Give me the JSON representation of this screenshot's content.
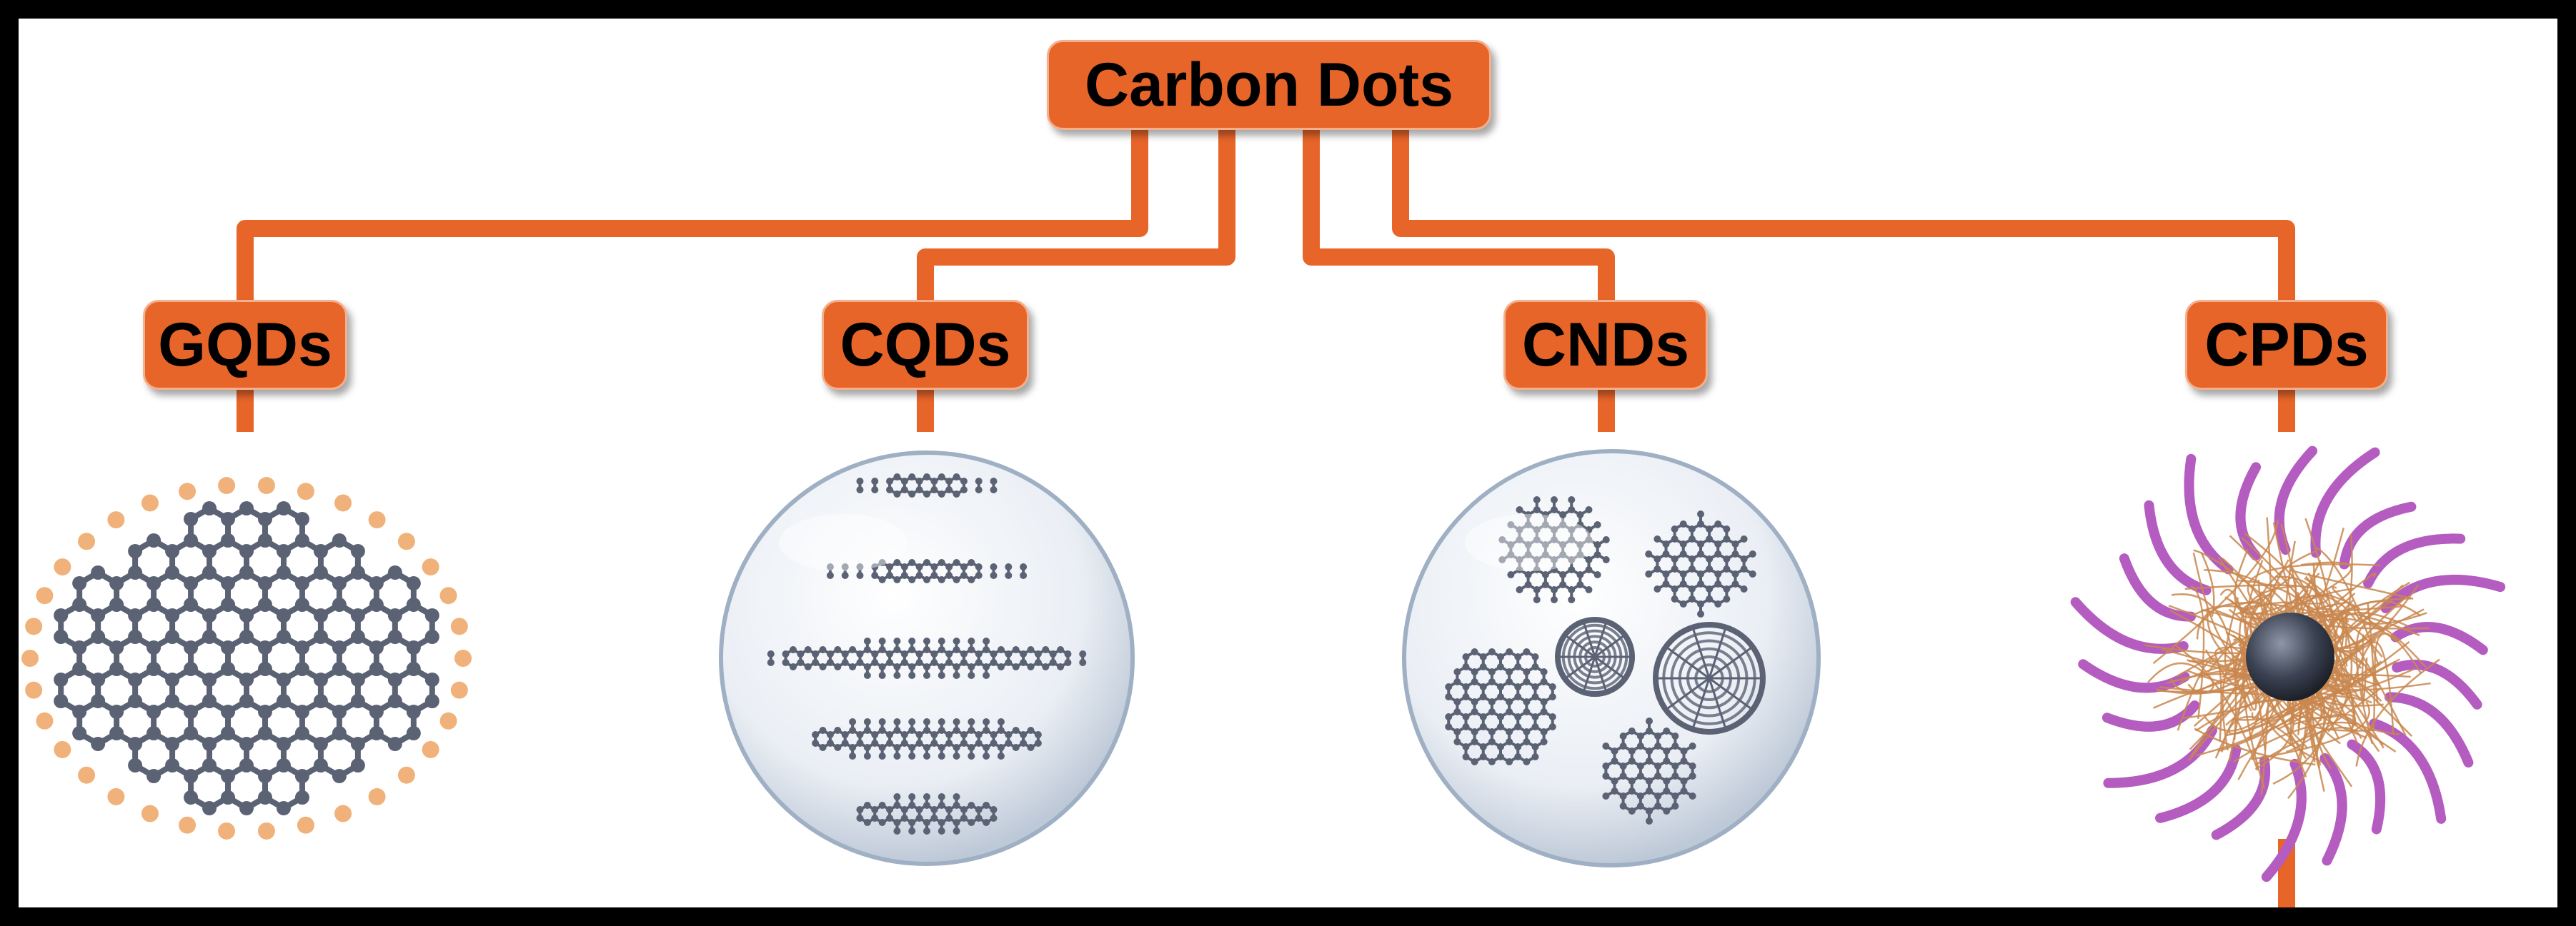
{
  "root": {
    "label": "Carbon Dots"
  },
  "children": [
    {
      "key": "gqds",
      "label": "GQDs",
      "illustration": "graphene-sheet"
    },
    {
      "key": "cqds",
      "label": "CQDs",
      "illustration": "stacked-graphene-layers-in-sphere"
    },
    {
      "key": "cnds",
      "label": "CNDs",
      "illustration": "graphene-fragments-and-fullerenes-in-sphere"
    },
    {
      "key": "cpds",
      "label": "CPDs",
      "illustration": "polymer-cluster-with-carbon-core"
    }
  ],
  "colors": {
    "node_fill": "#e8652a",
    "connector": "#e8652a",
    "atom": "#5a6274",
    "edge_atom": "#f0b27a",
    "polymer_chain": "#b45cc0",
    "polymer_fibers": "#c9874f",
    "frame": "#000000"
  }
}
